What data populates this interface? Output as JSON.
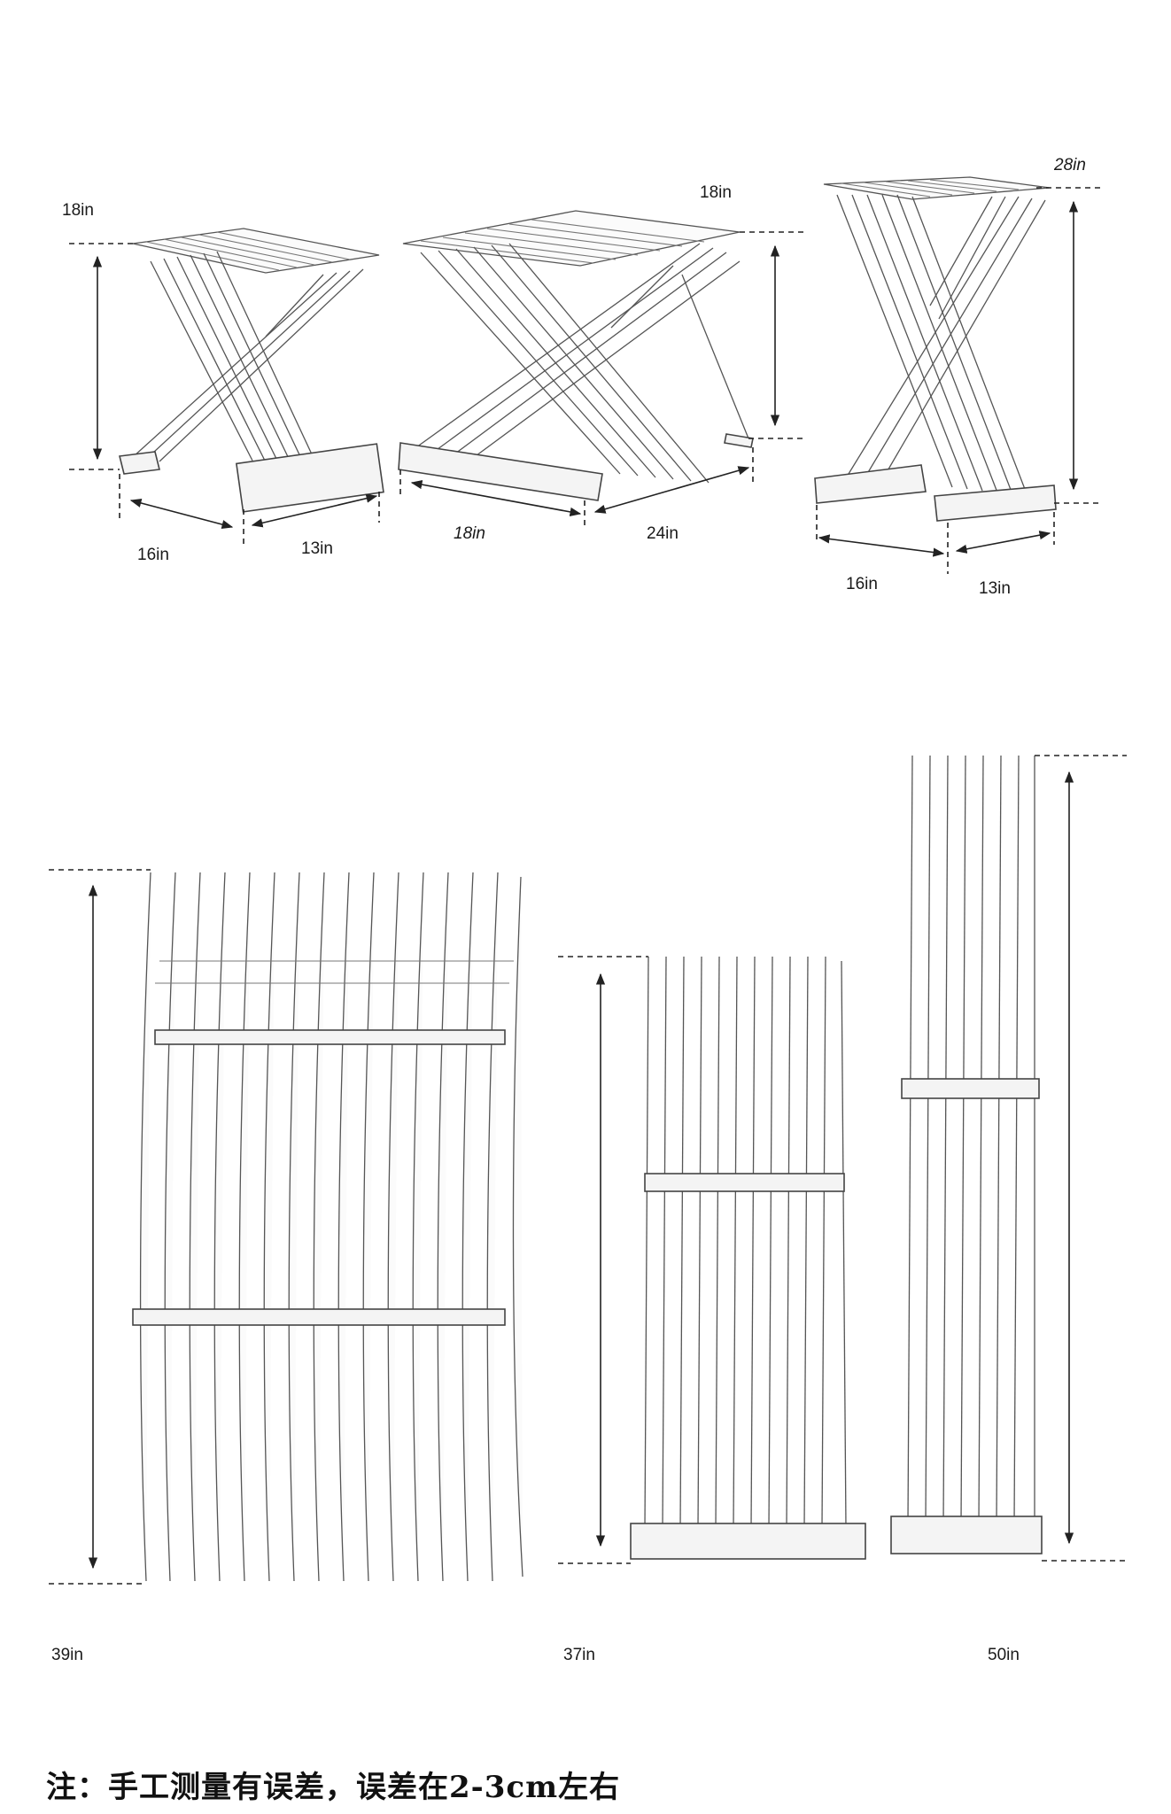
{
  "top_row": {
    "stool_1": {
      "height": "18in",
      "depth": "16in",
      "width": "13in"
    },
    "stool_2": {
      "height": "18in",
      "depth": "18in",
      "width": "24in"
    },
    "stool_3": {
      "height": "28in",
      "depth": "16in",
      "width": "13in"
    }
  },
  "bottom_row": {
    "folded_1": {
      "length": "39in"
    },
    "folded_2": {
      "length": "37in"
    },
    "folded_3": {
      "length": "50in"
    }
  },
  "note": "注：手工测量有误差，误差在2-3cm左右"
}
